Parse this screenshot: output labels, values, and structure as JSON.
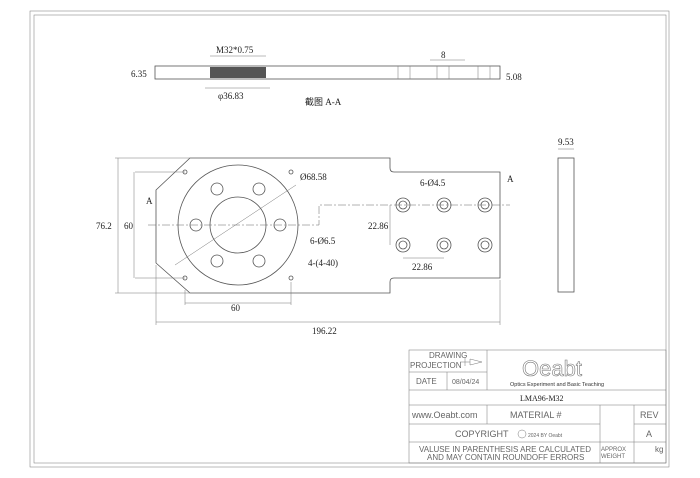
{
  "section": {
    "thread": "M32*0.75",
    "dia": "φ36.83",
    "thick": "6.35",
    "thick2": "5.08",
    "gap": "8",
    "label": "截图 A-A"
  },
  "front": {
    "overall_h": "76.2",
    "inner_h": "60",
    "big_dia": "Ø68.58",
    "holes": "6-Ø6.5",
    "taps": "4-(4-40)",
    "grid_holes": "6-Ø4.5",
    "grid_v": "22.86",
    "grid_h": "22.86",
    "pitch": "60",
    "length": "196.22",
    "sec_mark_left": "A",
    "sec_mark_right": "A"
  },
  "side": {
    "thick": "9.53"
  },
  "title_block": {
    "drawing": "DRAWING",
    "projection": "PROJECTION",
    "date_label": "DATE",
    "date": "08/04/24",
    "logo": "Oeabt",
    "logo_sub": "Optics Experiment and Basic Teaching",
    "part": "LMA96-M32",
    "website": "www.Oeabt.com",
    "material": "MATERIAL #",
    "rev_label": "REV",
    "rev": "A",
    "copyright": "COPYRIGHT",
    "copyright_year": "2024 BY Oeabt",
    "note1": "VALUSE IN PARENTHESIS ARE CALCULATED",
    "note2": "AND MAY CONTAIN ROUNDOFF ERRORS",
    "approx": "APPROX",
    "weight": "WEIGHT",
    "unit": "kg"
  }
}
